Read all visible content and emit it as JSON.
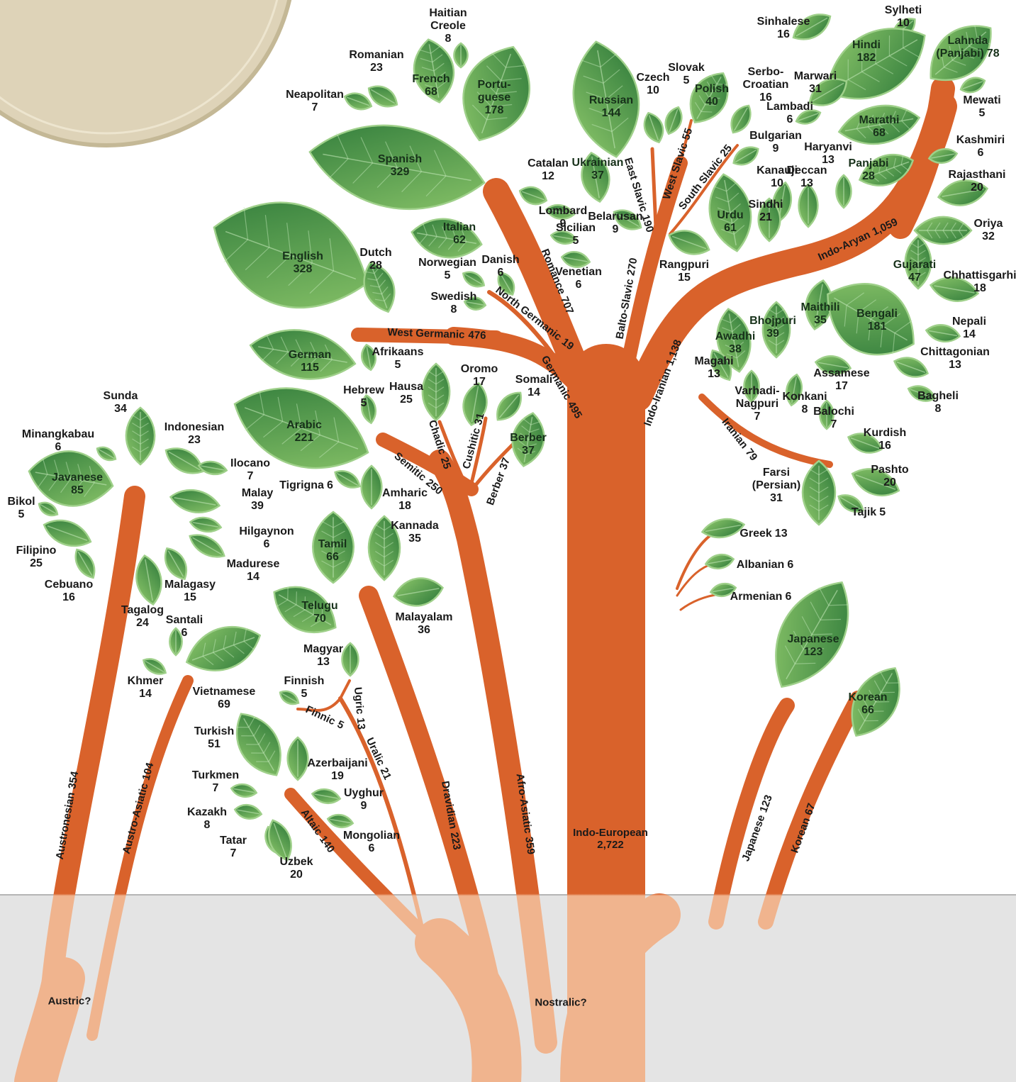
{
  "colors": {
    "branch": "#d9622b",
    "trunk_lower": "#f0b48e",
    "leaf_light": "#8cc66a",
    "leaf_dark": "#2e7a3a",
    "leaf_edge": "#9fd08a",
    "ground": "#e2e2e2",
    "circle": "#ddd2b6"
  },
  "roots": [
    {
      "name": "Austric?"
    },
    {
      "name": "Nostralic?"
    }
  ],
  "branches": [
    {
      "name": "Austronesian",
      "count": "354"
    },
    {
      "name": "Austro-Asiatic",
      "count": "104"
    },
    {
      "name": "Altaic",
      "count": "140"
    },
    {
      "name": "Uralic",
      "count": "21"
    },
    {
      "name": "Finnic",
      "count": "5"
    },
    {
      "name": "Ugric",
      "count": "13"
    },
    {
      "name": "Dravidian",
      "count": "223"
    },
    {
      "name": "Afro-Asiatic",
      "count": "359"
    },
    {
      "name": "Semitic",
      "count": "250"
    },
    {
      "name": "Chadic",
      "count": "25"
    },
    {
      "name": "Cushitic",
      "count": "31"
    },
    {
      "name": "Berber",
      "count": "37"
    },
    {
      "name": "Indo-European",
      "count": "2,722"
    },
    {
      "name": "Germanic",
      "count": "495"
    },
    {
      "name": "West Germanic",
      "count": "476"
    },
    {
      "name": "North Germanic",
      "count": "19"
    },
    {
      "name": "Romance",
      "count": "707"
    },
    {
      "name": "Balto-Slavic",
      "count": "270"
    },
    {
      "name": "East Slavic",
      "count": "190"
    },
    {
      "name": "West Slavic",
      "count": "55"
    },
    {
      "name": "South Slavic",
      "count": "25"
    },
    {
      "name": "Indo-Iranian",
      "count": "1,138"
    },
    {
      "name": "Indo-Aryan",
      "count": "1,059"
    },
    {
      "name": "Iranian",
      "count": "79"
    },
    {
      "name": "Japanese",
      "count": "123"
    },
    {
      "name": "Korean",
      "count": "67"
    }
  ],
  "languages": [
    {
      "name": "Haitian Creole",
      "count": "8"
    },
    {
      "name": "Romanian",
      "count": "23"
    },
    {
      "name": "French",
      "count": "68"
    },
    {
      "name": "Portu-guese",
      "count": "178"
    },
    {
      "name": "Neapolitan",
      "count": "7"
    },
    {
      "name": "Spanish",
      "count": "329"
    },
    {
      "name": "Catalan",
      "count": "12"
    },
    {
      "name": "Italian",
      "count": "62"
    },
    {
      "name": "Lombard",
      "count": "9"
    },
    {
      "name": "Sicilian",
      "count": "5"
    },
    {
      "name": "Venetian",
      "count": "6"
    },
    {
      "name": "English",
      "count": "328"
    },
    {
      "name": "Dutch",
      "count": "28"
    },
    {
      "name": "Norwegian",
      "count": "5"
    },
    {
      "name": "Danish",
      "count": "6"
    },
    {
      "name": "Swedish",
      "count": "8"
    },
    {
      "name": "German",
      "count": "115"
    },
    {
      "name": "Afrikaans",
      "count": "5"
    },
    {
      "name": "Russian",
      "count": "144"
    },
    {
      "name": "Ukrainian",
      "count": "37"
    },
    {
      "name": "Belarusan",
      "count": "9"
    },
    {
      "name": "Czech",
      "count": "10"
    },
    {
      "name": "Slovak",
      "count": "5"
    },
    {
      "name": "Polish",
      "count": "40"
    },
    {
      "name": "Serbo-Croatian",
      "count": "16"
    },
    {
      "name": "Bulgarian",
      "count": "9"
    },
    {
      "name": "Sinhalese",
      "count": "16"
    },
    {
      "name": "Sylheti",
      "count": "10"
    },
    {
      "name": "Hindi",
      "count": "182"
    },
    {
      "name": "Lahnda (Panjabi)",
      "count": "78"
    },
    {
      "name": "Marwari",
      "count": "31"
    },
    {
      "name": "Lambadi",
      "count": "6"
    },
    {
      "name": "Mewati",
      "count": "5"
    },
    {
      "name": "Marathi",
      "count": "68"
    },
    {
      "name": "Kashmiri",
      "count": "6"
    },
    {
      "name": "Haryanvi",
      "count": "13"
    },
    {
      "name": "Panjabi",
      "count": "28"
    },
    {
      "name": "Rajasthani",
      "count": "20"
    },
    {
      "name": "Kanauji",
      "count": "10"
    },
    {
      "name": "Deccan",
      "count": "13"
    },
    {
      "name": "Sindhi",
      "count": "21"
    },
    {
      "name": "Urdu",
      "count": "61"
    },
    {
      "name": "Oriya",
      "count": "32"
    },
    {
      "name": "Rangpuri",
      "count": "15"
    },
    {
      "name": "Gujarati",
      "count": "47"
    },
    {
      "name": "Chhattisgarhi",
      "count": "18"
    },
    {
      "name": "Maithili",
      "count": "35"
    },
    {
      "name": "Bhojpuri",
      "count": "39"
    },
    {
      "name": "Bengali",
      "count": "181"
    },
    {
      "name": "Nepali",
      "count": "14"
    },
    {
      "name": "Awadhi",
      "count": "38"
    },
    {
      "name": "Chittagonian",
      "count": "13"
    },
    {
      "name": "Magahi",
      "count": "13"
    },
    {
      "name": "Assamese",
      "count": "17"
    },
    {
      "name": "Varhadi-Nagpuri",
      "count": "7"
    },
    {
      "name": "Konkani",
      "count": "8"
    },
    {
      "name": "Balochi",
      "count": "7"
    },
    {
      "name": "Bagheli",
      "count": "8"
    },
    {
      "name": "Kurdish",
      "count": "16"
    },
    {
      "name": "Farsi (Persian)",
      "count": "31"
    },
    {
      "name": "Pashto",
      "count": "20"
    },
    {
      "name": "Tajik",
      "count": "5"
    },
    {
      "name": "Greek",
      "count": "13"
    },
    {
      "name": "Albanian",
      "count": "6"
    },
    {
      "name": "Armenian",
      "count": "6"
    },
    {
      "name": "Japanese",
      "count": "123"
    },
    {
      "name": "Korean",
      "count": "66"
    },
    {
      "name": "Hebrew",
      "count": "5"
    },
    {
      "name": "Hausa",
      "count": "25"
    },
    {
      "name": "Oromo",
      "count": "17"
    },
    {
      "name": "Somali",
      "count": "14"
    },
    {
      "name": "Arabic",
      "count": "221"
    },
    {
      "name": "Berber",
      "count": "37"
    },
    {
      "name": "Tigrigna",
      "count": "6"
    },
    {
      "name": "Amharic",
      "count": "18"
    },
    {
      "name": "Kannada",
      "count": "35"
    },
    {
      "name": "Tamil",
      "count": "66"
    },
    {
      "name": "Telugu",
      "count": "70"
    },
    {
      "name": "Malayalam",
      "count": "36"
    },
    {
      "name": "Magyar",
      "count": "13"
    },
    {
      "name": "Finnish",
      "count": "5"
    },
    {
      "name": "Turkish",
      "count": "51"
    },
    {
      "name": "Azerbaijani",
      "count": "19"
    },
    {
      "name": "Turkmen",
      "count": "7"
    },
    {
      "name": "Uyghur",
      "count": "9"
    },
    {
      "name": "Kazakh",
      "count": "8"
    },
    {
      "name": "Mongolian",
      "count": "6"
    },
    {
      "name": "Tatar",
      "count": "7"
    },
    {
      "name": "Uzbek",
      "count": "20"
    },
    {
      "name": "Sunda",
      "count": "34"
    },
    {
      "name": "Minangkabau",
      "count": "6"
    },
    {
      "name": "Indonesian",
      "count": "23"
    },
    {
      "name": "Javanese",
      "count": "85"
    },
    {
      "name": "Ilocano",
      "count": "7"
    },
    {
      "name": "Bikol",
      "count": "5"
    },
    {
      "name": "Malay",
      "count": "39"
    },
    {
      "name": "Hilgaynon",
      "count": "6"
    },
    {
      "name": "Filipino",
      "count": "25"
    },
    {
      "name": "Madurese",
      "count": "14"
    },
    {
      "name": "Cebuano",
      "count": "16"
    },
    {
      "name": "Malagasy",
      "count": "15"
    },
    {
      "name": "Tagalog",
      "count": "24"
    },
    {
      "name": "Santali",
      "count": "6"
    },
    {
      "name": "Khmer",
      "count": "14"
    },
    {
      "name": "Vietnamese",
      "count": "69"
    }
  ]
}
